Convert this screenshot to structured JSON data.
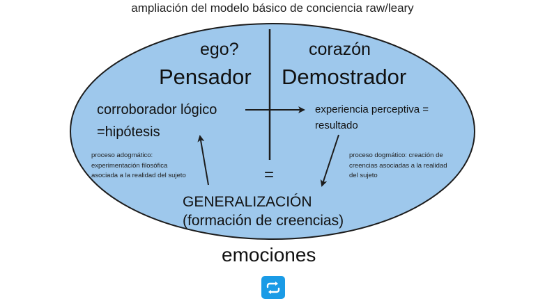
{
  "title": "ampliación del modelo básico de conciencia raw/leary",
  "left": {
    "question": "ego?",
    "name": "Pensador"
  },
  "right": {
    "question": "corazón",
    "name": "Demostrador"
  },
  "hypothesis": {
    "line1": "corroborador lógico",
    "line2": "=hipótesis"
  },
  "result": {
    "line1": "experiencia perceptiva =",
    "line2": "resultado"
  },
  "adogmatic": {
    "line1": "proceso adogmático:",
    "line2": "experimentación filosófica",
    "line3": "asociada a la realidad del sujeto"
  },
  "dogmatic": {
    "line1": "proceso dogmático: creación de",
    "line2": "creencias asociadas a la realidad",
    "line3": "del sujeto"
  },
  "equals": "=",
  "generalization": {
    "line1": "GENERALIZACIÓN",
    "line2": "(formación de creencias)"
  },
  "emotions": "emociones",
  "colors": {
    "ellipse_fill": "#9ec8ec",
    "ellipse_stroke": "#1c1c1c",
    "loop_button": "#1a9be6"
  },
  "icons": [
    "loop-icon"
  ]
}
